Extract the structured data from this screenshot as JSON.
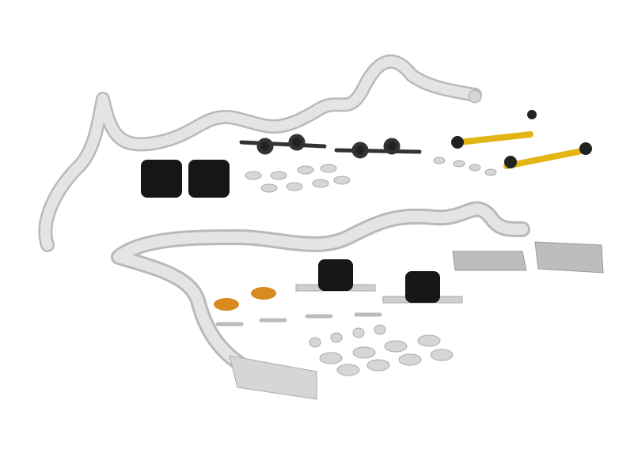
{
  "colors": {
    "background": "#ffffff",
    "bar_silver": "#dcdcdc",
    "bar_shadow": "#b9b9b9",
    "bushing_black": "#161616",
    "link_gold": "#e2b514",
    "spacer_orange": "#d98a1e",
    "washer": "#d6d6d6",
    "bracket": "#bdbdbd"
  },
  "icons": [
    "sway-bar-front",
    "sway-bar-rear",
    "bushing",
    "end-link",
    "adjustable-link",
    "washer",
    "bolt",
    "bracket",
    "spacer"
  ]
}
